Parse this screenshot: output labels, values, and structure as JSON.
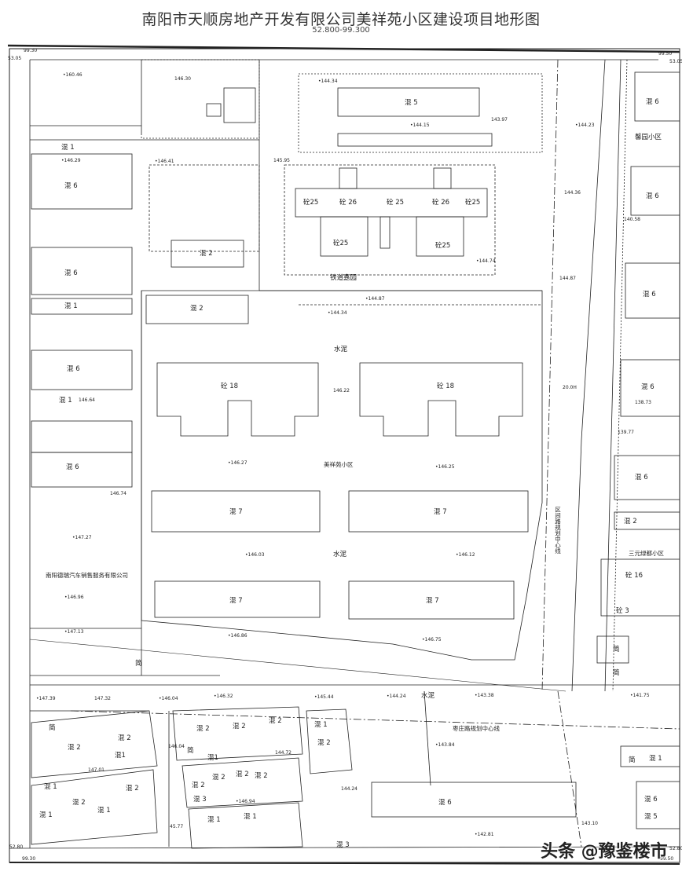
{
  "title": "南阳市天顺房地产开发有限公司美祥苑小区建设项目地形图",
  "subtitle": "52.800-99.300",
  "watermark": "头条 @豫鉴楼市",
  "corner_coords": [
    "99.30",
    "53.05",
    "99.50",
    "53.05",
    "52.80",
    "99.30",
    "99.50",
    "52.80"
  ],
  "labels": [
    "•160.46",
    "146.30",
    "•144.34",
    "混 5",
    "•144.15",
    "143.97",
    "•144.23",
    "混 6",
    "馨园小区",
    "混 1",
    "•146.29",
    "•146.41",
    "145.95",
    "混 6",
    "144.36",
    "混 6",
    "砼25",
    "砼 26",
    "砼 25",
    "砼 26",
    "砼25",
    "砼25",
    "砼25",
    "•144.74",
    "混 2",
    "140.58",
    "混 6",
    "铁道嘉园",
    "144.87",
    "混 6",
    "•144.87",
    "混 1",
    "混 2",
    "•144.34",
    "水泥",
    "混 6",
    "砼 18",
    "砼 18",
    "146.22",
    "20.0H",
    "混 6",
    "混 1",
    "146.64",
    "138.73",
    "139.77",
    "•146.27",
    "美祥苑小区",
    "•146.25",
    "混 6",
    "146.74",
    "混 6",
    "混 7",
    "混 7",
    "混 2",
    "•147.27",
    "三元绿都小区",
    "•146.03",
    "水泥",
    "•146.12",
    "南阳德瑞汽车销售服务有限公司",
    "砼 16",
    "•146.96",
    "混 7",
    "混 7",
    "砼 3",
    "•147.13",
    "•146.86",
    "•146.75",
    "简",
    "简",
    "简",
    "•147.39",
    "147.32",
    "•146.04",
    "•146.32",
    "•145.44",
    "•144.24",
    "水泥",
    "•143.38",
    "•141.75",
    "枣庄路规划中心线",
    "•143.84",
    "简",
    "混 2",
    "混 2",
    "147.01",
    "混1",
    "混 2",
    "混 2",
    "混1",
    "简",
    "混 2",
    "混 2",
    "144.72",
    "混 2",
    "混 1",
    "混 2",
    "混 1",
    "混 2",
    "混 2",
    "混 3",
    "混 2",
    "混 1",
    "混 1",
    "146.04",
    "•146.94",
    "混 2",
    "混 1",
    "混 1",
    "混 6",
    "144.24",
    "45.77",
    "•142.81",
    "混 3",
    "143.10",
    "混 6",
    "混 5",
    "混 1",
    "简"
  ],
  "vertical_label": "区间路规划中心线"
}
